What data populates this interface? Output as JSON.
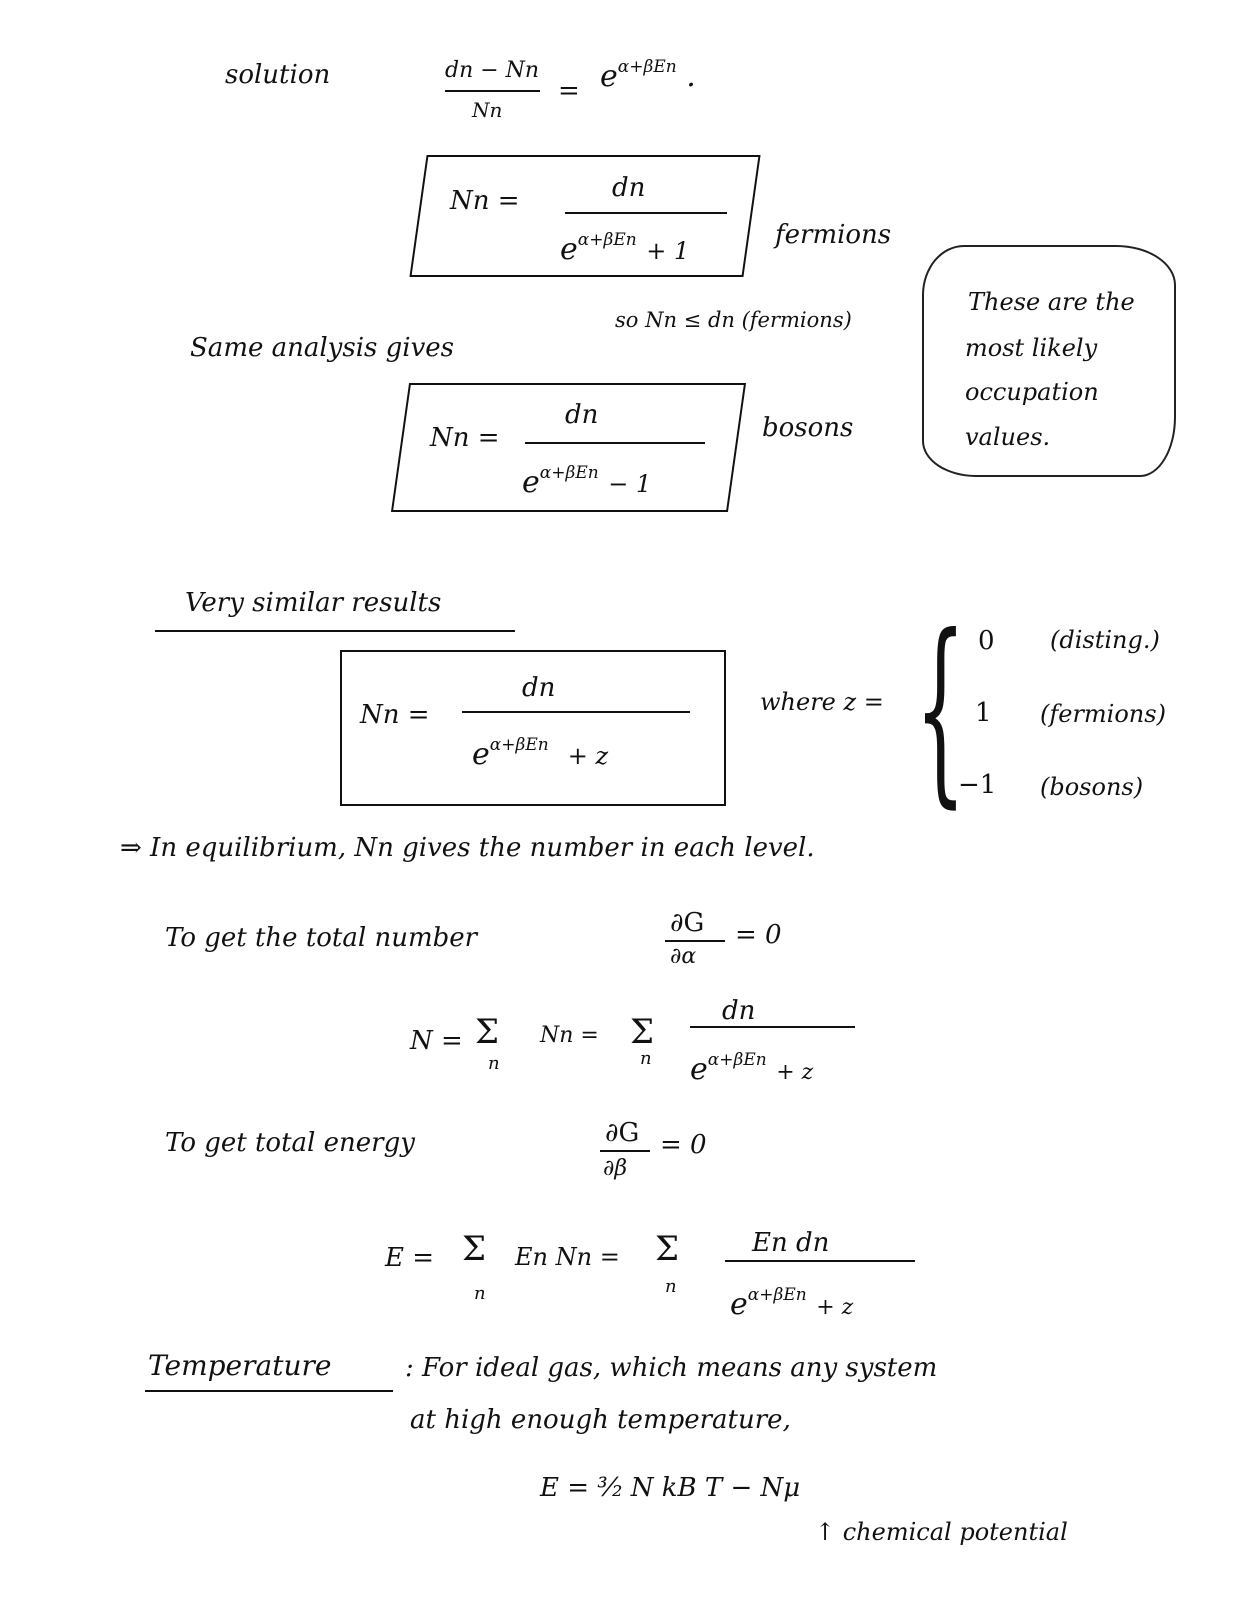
{
  "solution": {
    "label": "solution",
    "numerator": "dn − Nn",
    "denominator": "Nn",
    "equals": "=",
    "rhs_base": "e",
    "rhs_exp": "α+βEn",
    "period": "."
  },
  "fermion_box": {
    "lhs": "Nn =",
    "numerator": "dn",
    "den_base": "e",
    "den_exp": "α+βEn",
    "den_tail": "+ 1",
    "label": "fermions"
  },
  "fermion_note": "so Nn ≤ dn (fermions)",
  "same_analysis": "Same analysis gives",
  "boson_box": {
    "lhs": "Nn =",
    "numerator": "dn",
    "den_base": "e",
    "den_exp": "α+βEn",
    "den_tail": "− 1",
    "label": "bosons"
  },
  "cloud_note": [
    "These are the",
    "most likely",
    "occupation",
    "values."
  ],
  "similar_heading": "Very similar results",
  "general_box": {
    "lhs": "Nn =",
    "numerator": "dn",
    "den_base": "e",
    "den_exp": "α+βEn",
    "den_tail": "+ z",
    "where": "where z ="
  },
  "z_cases": [
    {
      "value": "0",
      "label": "(disting.)"
    },
    {
      "value": "1",
      "label": "(fermions)"
    },
    {
      "value": "−1",
      "label": "(bosons)"
    }
  ],
  "equilibrium": "⇒ In equilibrium, Nn gives the number in each level.",
  "total_number": {
    "text": "To get the total number",
    "partial_num": "∂G",
    "partial_den": "∂α",
    "eq_zero": "= 0",
    "formula_lhs": "N =",
    "sum": "Σ",
    "sum_idx": "n",
    "term": "Nn =",
    "numerator": "dn",
    "den_base": "e",
    "den_exp": "α+βEn",
    "den_tail": "+ z"
  },
  "total_energy": {
    "text": "To get total energy",
    "partial_num": "∂G",
    "partial_den": "∂β",
    "eq_zero": "= 0",
    "formula_lhs": "E =",
    "sum": "Σ",
    "sum_idx": "n",
    "term": "En Nn =",
    "numerator": "En dn",
    "den_base": "e",
    "den_exp": "α+βEn",
    "den_tail": "+ z"
  },
  "temperature": {
    "heading": "Temperature",
    "line1": ": For ideal gas, which means any system",
    "line2": "at high enough temperature,",
    "formula": "E = ³⁄₂ N kB T − Nμ",
    "arrow_note": "↑ chemical potential"
  }
}
